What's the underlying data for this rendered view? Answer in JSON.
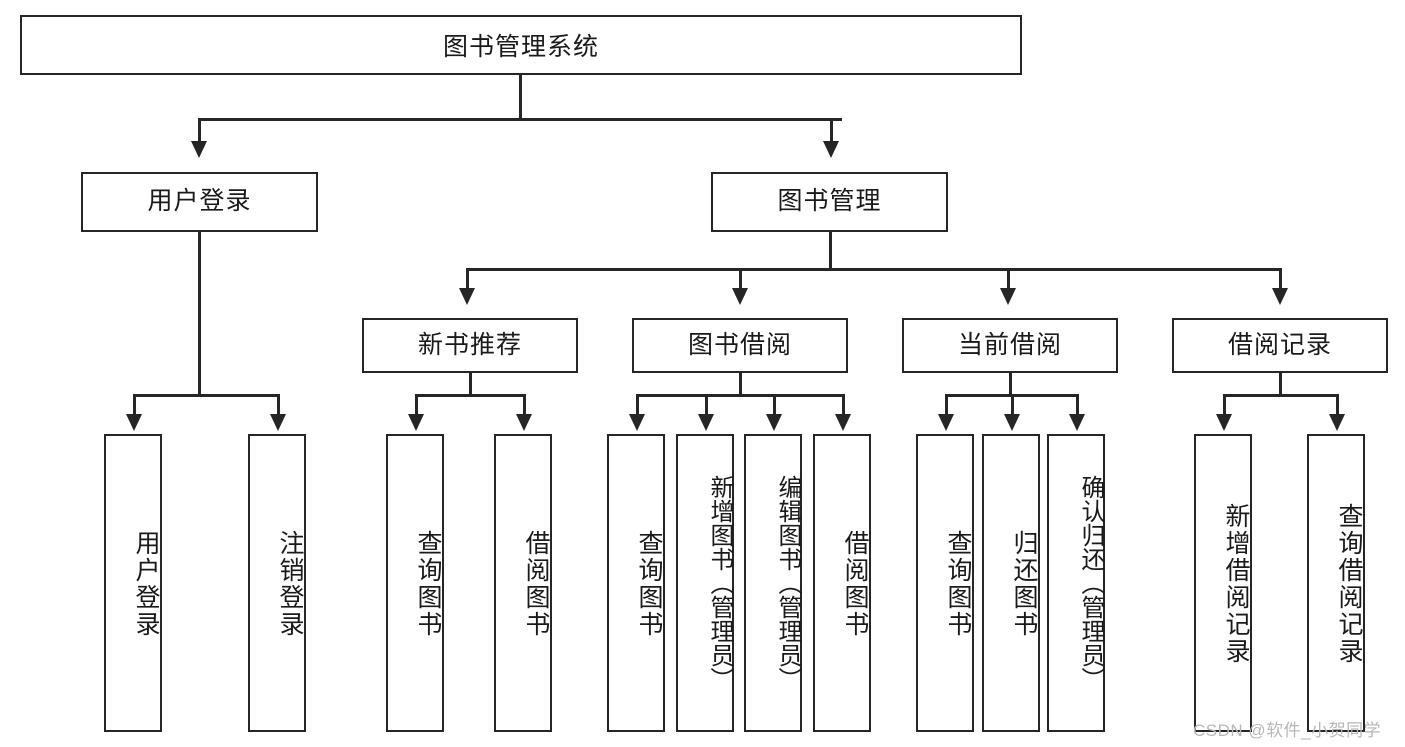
{
  "diagram": {
    "title": "图书管理系统",
    "type": "tree-hierarchy-diagram",
    "colors": {
      "box_border": "#262626",
      "box_fill": "#ffffff",
      "text": "#1a1a1a",
      "connector": "#262626",
      "watermark": "#b8b8b8",
      "background": "#ffffff"
    },
    "levels": {
      "root": {
        "label": "图书管理系统"
      },
      "level2": [
        {
          "label": "用户登录"
        },
        {
          "label": "图书管理"
        }
      ],
      "level3": [
        {
          "label": "新书推荐"
        },
        {
          "label": "图书借阅"
        },
        {
          "label": "当前借阅"
        },
        {
          "label": "借阅记录"
        }
      ],
      "leaves": {
        "user_login": [
          {
            "label": "用户登录"
          },
          {
            "label": "注销登录"
          }
        ],
        "new_book_recommend": [
          {
            "label": "查询图书"
          },
          {
            "label": "借阅图书"
          }
        ],
        "book_borrow": [
          {
            "label": "查询图书"
          },
          {
            "label": "新增图书（管理员）"
          },
          {
            "label": "编辑图书（管理员）"
          },
          {
            "label": "借阅图书"
          }
        ],
        "current_borrow": [
          {
            "label": "查询图书"
          },
          {
            "label": "归还图书"
          },
          {
            "label": "确认归还（管理员）"
          }
        ],
        "borrow_record": [
          {
            "label": "新增借阅记录"
          },
          {
            "label": "查询借阅记录"
          }
        ]
      }
    },
    "watermark": "CSDN @软件_小贺同学"
  }
}
